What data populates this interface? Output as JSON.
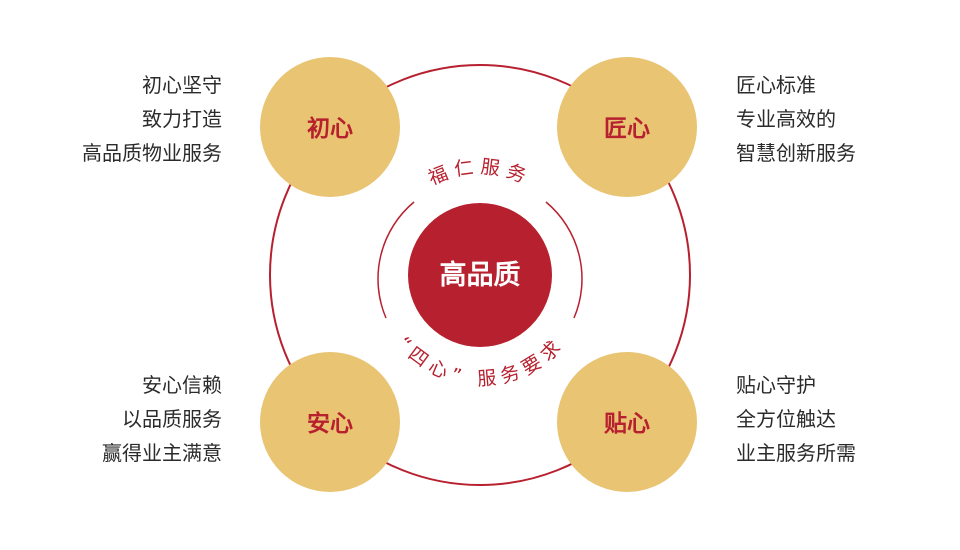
{
  "colors": {
    "accent": "#b7202e",
    "gold": "#e8c473",
    "text": "#2b2b2b"
  },
  "center": {
    "label": "高品质"
  },
  "arcs": {
    "top": "福仁服务",
    "bottom": "“四心” 服务要求"
  },
  "nodes": {
    "top_left": {
      "label": "初心",
      "lines": [
        "初心坚守",
        "致力打造",
        "高品质物业服务"
      ]
    },
    "top_right": {
      "label": "匠心",
      "lines": [
        "匠心标准",
        "专业高效的",
        "智慧创新服务"
      ]
    },
    "bottom_left": {
      "label": "安心",
      "lines": [
        "安心信赖",
        "以品质服务",
        "赢得业主满意"
      ]
    },
    "bottom_right": {
      "label": "贴心",
      "lines": [
        "贴心守护",
        "全方位触达",
        "业主服务所需"
      ]
    }
  }
}
